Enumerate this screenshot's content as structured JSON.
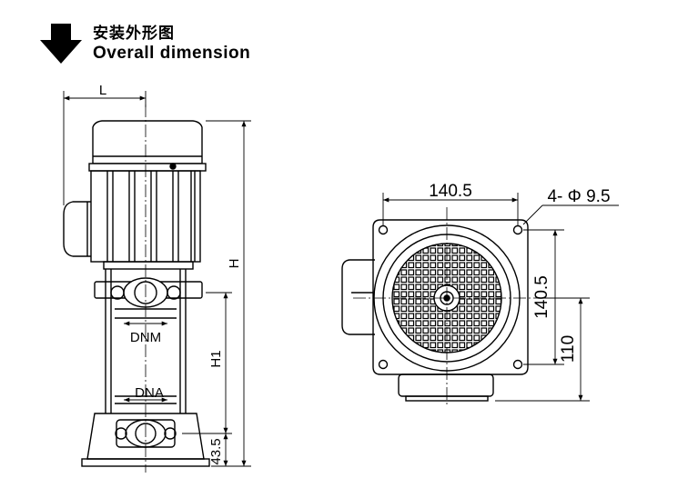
{
  "header": {
    "title_cn": "安装外形图",
    "title_en": "Overall dimension",
    "arrow_icon": "arrow-down-icon"
  },
  "side_view": {
    "labels": {
      "L": "L",
      "H": "H",
      "H1": "H1",
      "DNM": "DNM",
      "DNA": "DNA",
      "base_height": "43.5"
    }
  },
  "top_view": {
    "labels": {
      "width": "140.5",
      "holes": "4- Φ 9.5",
      "height": "140.5",
      "center_height": "110"
    }
  },
  "colors": {
    "line": "#000000",
    "background": "#ffffff"
  }
}
